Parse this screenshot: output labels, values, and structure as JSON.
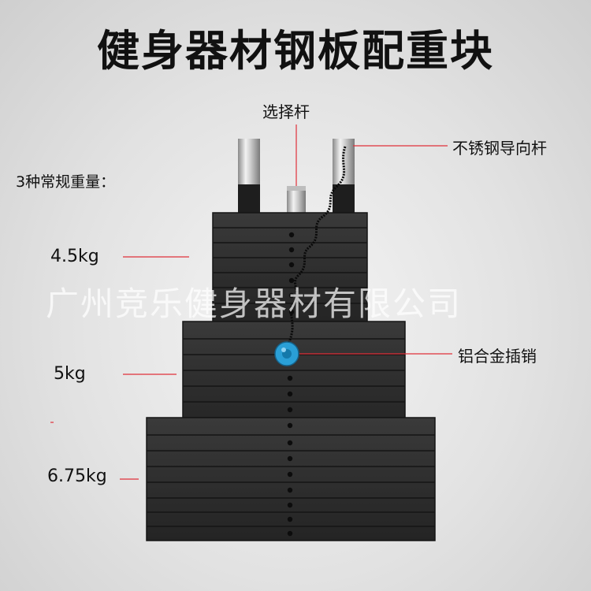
{
  "title": "健身器材钢板配重块",
  "labels": {
    "selector_rod": "选择杆",
    "guide_rod": "不锈钢导向杆",
    "common_weights": "3种常规重量：",
    "pin": "铝合金插销"
  },
  "weights": [
    "4.5kg",
    "5kg",
    "6.75kg"
  ],
  "watermark": "广州竞乐健身器材有限公司",
  "colors": {
    "plate": "#2b2b2b",
    "plate_edge": "#1a1a1a",
    "pin": "#2a9fd6",
    "pointer_line": "#e0303a"
  }
}
